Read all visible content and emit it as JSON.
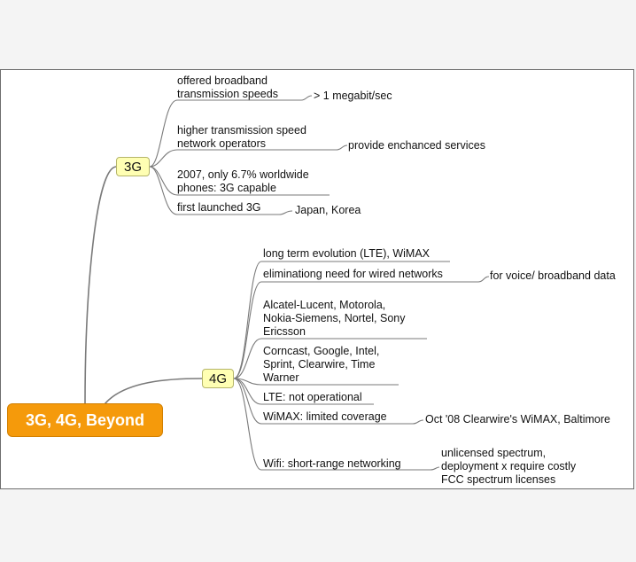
{
  "root": {
    "label": "3G, 4G, Beyond"
  },
  "branches": {
    "g3": {
      "label": "3G",
      "items": [
        {
          "lines": [
            "offered broadband",
            "transmission speeds"
          ],
          "sub": "> 1 megabit/sec"
        },
        {
          "lines": [
            "higher transmission speed",
            "network operators"
          ],
          "sub": "provide enchanced services"
        },
        {
          "lines": [
            "2007, only 6.7% worldwide",
            "phones: 3G capable"
          ]
        },
        {
          "lines": [
            "first launched 3G"
          ],
          "sub": "Japan, Korea"
        }
      ]
    },
    "g4": {
      "label": "4G",
      "items": [
        {
          "lines": [
            "long term evolution (LTE), WiMAX"
          ]
        },
        {
          "lines": [
            "eliminationg need for wired networks"
          ],
          "sub": "for voice/ broadband data"
        },
        {
          "lines": [
            "Alcatel-Lucent, Motorola,",
            "Nokia-Siemens, Nortel, Sony",
            "Ericsson"
          ]
        },
        {
          "lines": [
            "Corncast, Google, Intel,",
            "Sprint, Clearwire, Time",
            "Warner"
          ]
        },
        {
          "lines": [
            "LTE: not operational"
          ]
        },
        {
          "lines": [
            "WiMAX: limited coverage"
          ],
          "sub": "Oct '08 Clearwire's WiMAX, Baltimore"
        },
        {
          "lines": [
            "Wifi: short-range networking"
          ],
          "sub_lines": [
            "unlicensed spectrum,",
            "deployment x require costly",
            "FCC spectrum licenses"
          ]
        }
      ]
    }
  }
}
